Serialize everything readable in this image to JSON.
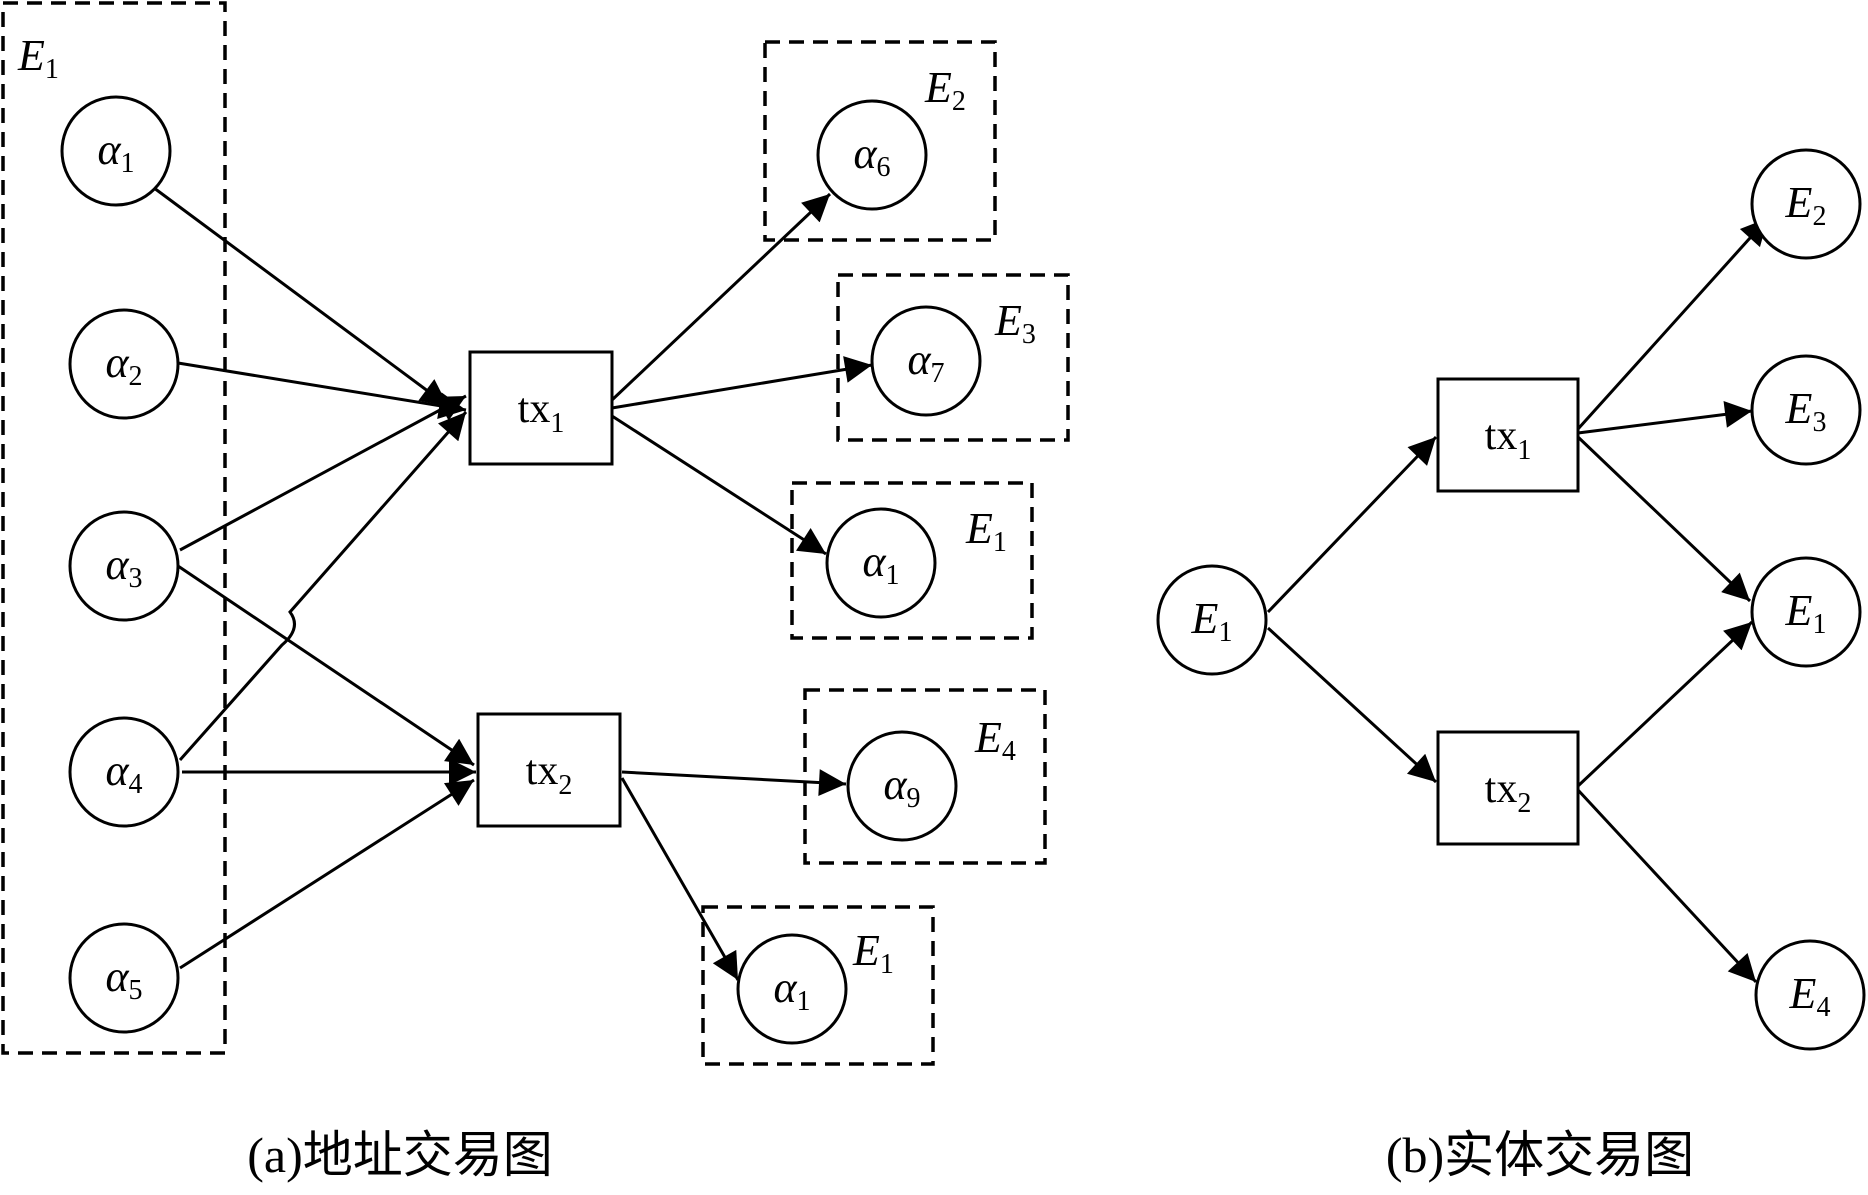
{
  "address_graph": {
    "caption": "(a)地址交易图",
    "groups": {
      "g1": {
        "name": "E",
        "sub": "1"
      },
      "g2": {
        "name": "E",
        "sub": "2"
      },
      "g3": {
        "name": "E",
        "sub": "3"
      },
      "g4": {
        "name": "E",
        "sub": "1"
      },
      "g5": {
        "name": "E",
        "sub": "4"
      },
      "g6": {
        "name": "E",
        "sub": "1"
      }
    },
    "addresses": {
      "a1": {
        "name": "α",
        "sub": "1"
      },
      "a2": {
        "name": "α",
        "sub": "2"
      },
      "a3": {
        "name": "α",
        "sub": "3"
      },
      "a4": {
        "name": "α",
        "sub": "4"
      },
      "a5": {
        "name": "α",
        "sub": "5"
      },
      "a6": {
        "name": "α",
        "sub": "6"
      },
      "a7": {
        "name": "α",
        "sub": "7"
      },
      "a1b": {
        "name": "α",
        "sub": "1"
      },
      "a9": {
        "name": "α",
        "sub": "9"
      },
      "a1c": {
        "name": "α",
        "sub": "1"
      }
    },
    "transactions": {
      "tx1": {
        "name": "tx",
        "sub": "1"
      },
      "tx2": {
        "name": "tx",
        "sub": "2"
      }
    }
  },
  "entity_graph": {
    "caption": "(b)实体交易图",
    "entities": {
      "e1": {
        "name": "E",
        "sub": "1"
      },
      "e2": {
        "name": "E",
        "sub": "2"
      },
      "e3": {
        "name": "E",
        "sub": "3"
      },
      "e1r": {
        "name": "E",
        "sub": "1"
      },
      "e4": {
        "name": "E",
        "sub": "4"
      }
    },
    "transactions": {
      "tx1": {
        "name": "tx",
        "sub": "1"
      },
      "tx2": {
        "name": "tx",
        "sub": "2"
      }
    }
  }
}
